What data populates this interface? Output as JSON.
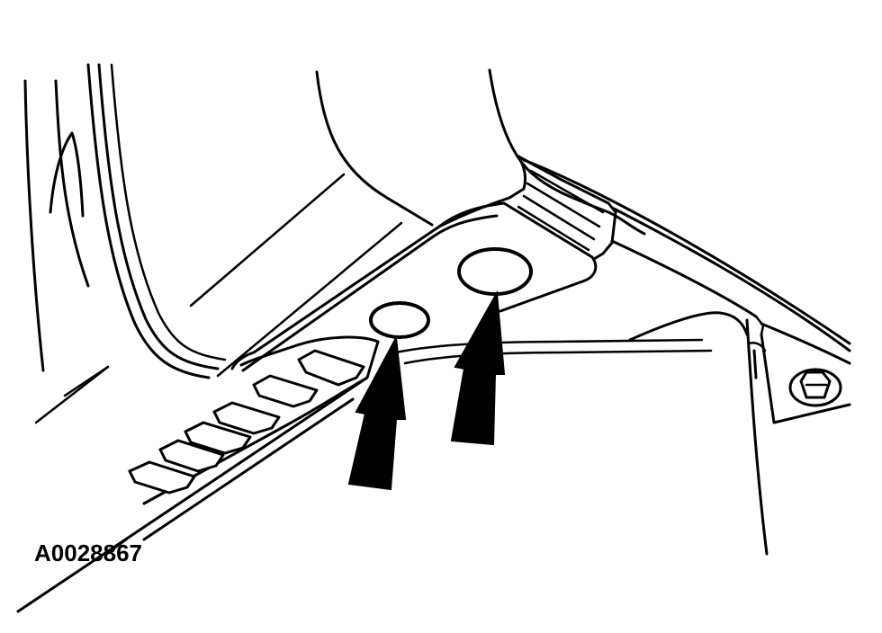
{
  "figure": {
    "id_label": "A0028867"
  },
  "icons": [
    "hole-plug",
    "arrow-up",
    "bolt"
  ]
}
